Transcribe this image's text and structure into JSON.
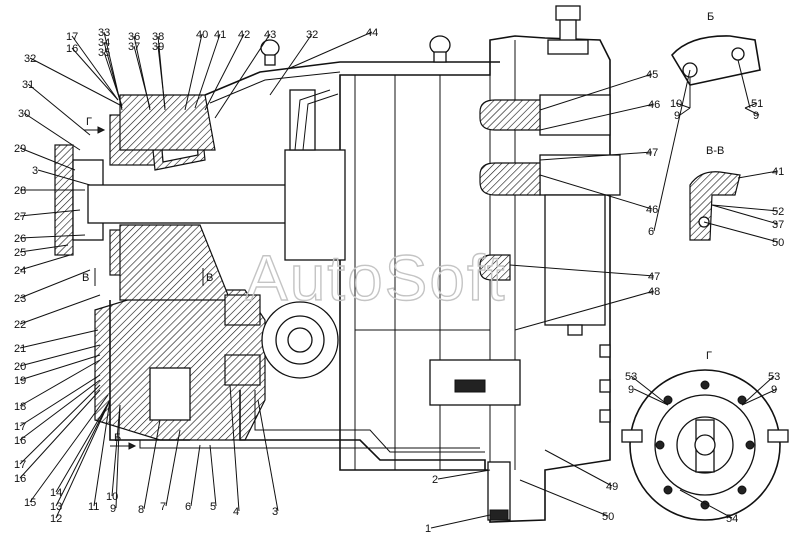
{
  "watermark": "AutoSoft",
  "colors": {
    "ink": "#111111",
    "paper": "#ffffff",
    "watermark": "#c4c4c4"
  },
  "section_titles": {
    "b": "Б",
    "v_v": "В-В",
    "g": "Г"
  },
  "arrow_markers": {
    "g": "Г",
    "v": "В",
    "b": "Б"
  },
  "callouts": [
    "1",
    "2",
    "3",
    "3",
    "4",
    "5",
    "6",
    "7",
    "8",
    "9",
    "10",
    "11",
    "12",
    "13",
    "14",
    "15",
    "16",
    "17",
    "16",
    "17",
    "16",
    "17",
    "18",
    "19",
    "20",
    "21",
    "22",
    "23",
    "24",
    "25",
    "26",
    "27",
    "28",
    "29",
    "30",
    "31",
    "32",
    "32",
    "33",
    "34",
    "35",
    "36",
    "37",
    "38",
    "39",
    "40",
    "41",
    "42",
    "43",
    "44",
    "45",
    "46",
    "46",
    "47",
    "47",
    "48",
    "49",
    "50",
    "6",
    "10",
    "9",
    "51",
    "9",
    "41",
    "52",
    "37",
    "50",
    "53",
    "9",
    "53",
    "9",
    "54"
  ]
}
